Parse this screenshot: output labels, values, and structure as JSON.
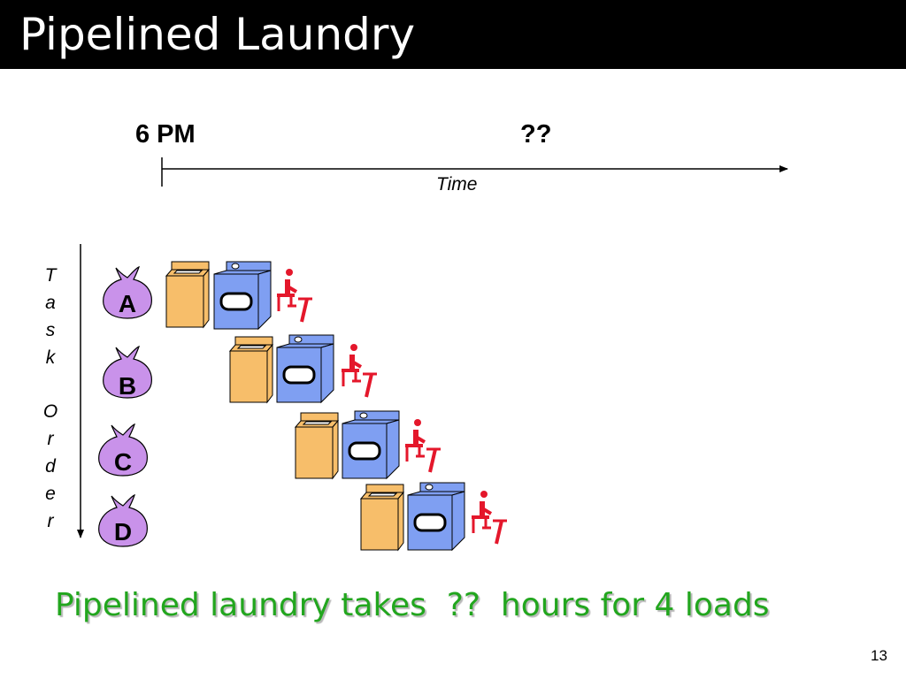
{
  "slide": {
    "title": "Pipelined Laundry",
    "page_number": "13"
  },
  "timeline": {
    "start_label": "6 PM",
    "end_label": "??",
    "axis_label": "Time"
  },
  "order_axis": {
    "letters": [
      "T",
      "a",
      "s",
      "k",
      "O",
      "r",
      "d",
      "e",
      "r"
    ]
  },
  "tasks": [
    {
      "label": "A"
    },
    {
      "label": "B"
    },
    {
      "label": "C"
    },
    {
      "label": "D"
    }
  ],
  "colors": {
    "washer": "#f7be6a",
    "dryer": "#7f9ff2",
    "folder_person": "#e4172b",
    "bag": "#c992ea",
    "summary_text": "#22a61e"
  },
  "summary": {
    "text": "Pipelined laundry takes  ??  hours for 4 loads"
  }
}
